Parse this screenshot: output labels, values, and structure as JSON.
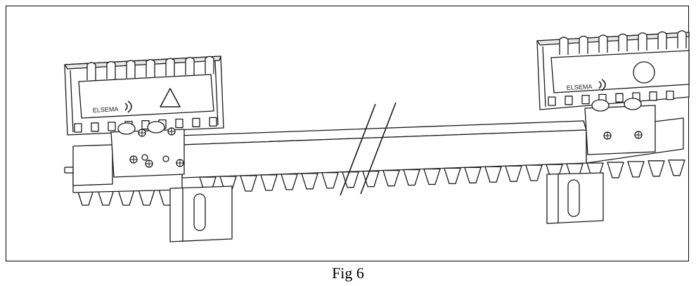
{
  "figure": {
    "caption": "Fig 6",
    "left_unit_brand": "ELSEMA",
    "right_unit_brand": "ELSEMA"
  },
  "colors": {
    "line": "#1a1a1a",
    "fill": "#ffffff",
    "shade": "#e8e8e8",
    "dark": "#2a2a2a"
  }
}
